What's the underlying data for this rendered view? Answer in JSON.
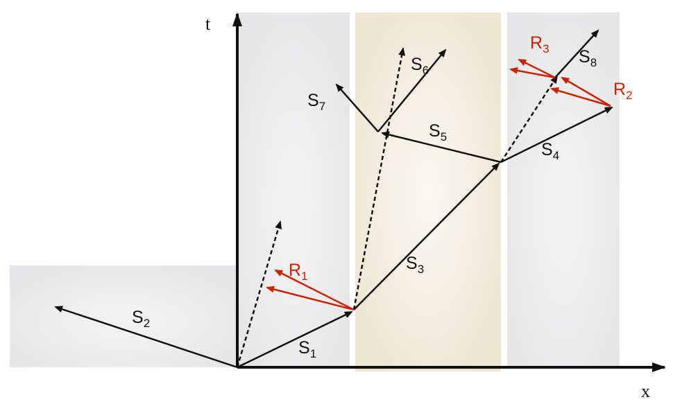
{
  "axes": {
    "t": "t",
    "x": "x"
  },
  "labels": {
    "S1": {
      "main": "S",
      "sub": "1"
    },
    "S2": {
      "main": "S",
      "sub": "2"
    },
    "S3": {
      "main": "S",
      "sub": "3"
    },
    "S4": {
      "main": "S",
      "sub": "4"
    },
    "S5": {
      "main": "S",
      "sub": "5"
    },
    "S6": {
      "main": "S",
      "sub": "6"
    },
    "S7": {
      "main": "S",
      "sub": "7"
    },
    "S8": {
      "main": "S",
      "sub": "8"
    },
    "R1": {
      "main": "R",
      "sub": "1"
    },
    "R2": {
      "main": "R",
      "sub": "2"
    },
    "R3": {
      "main": "R",
      "sub": "3"
    }
  },
  "colors": {
    "line": "#111111",
    "reflected": "#cc2200",
    "region_gray": "#ebebec",
    "region_beige": "#f1ecdd"
  }
}
